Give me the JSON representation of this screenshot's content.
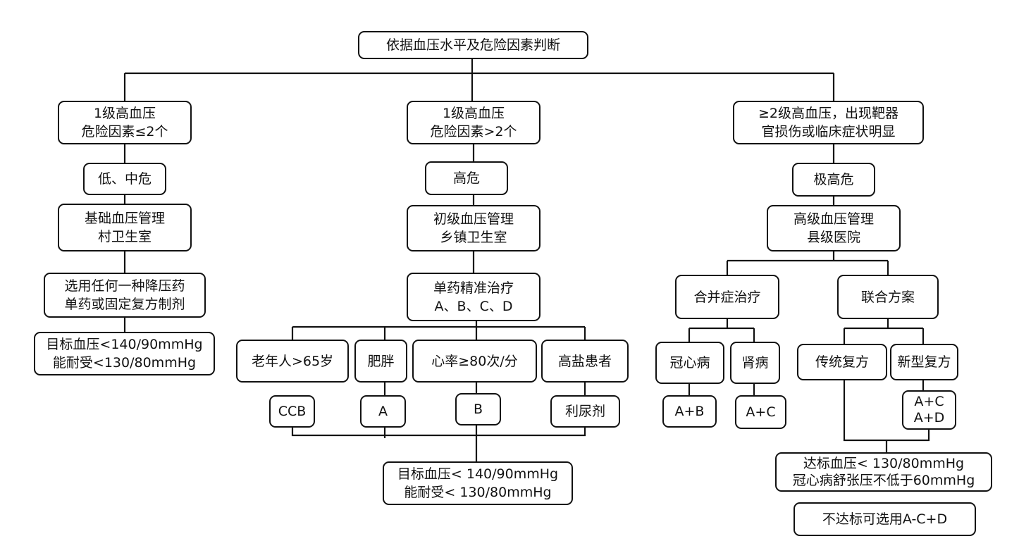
{
  "root": {
    "text": "依据血压水平及危险因素判断"
  },
  "left": {
    "grade": [
      "1级高血压",
      "危险因素≤2个"
    ],
    "risk": "低、中危",
    "mgmt": [
      "基础血压管理",
      "村卫生室"
    ],
    "drug": [
      "选用任何一种降压药",
      "单药或固定复方制剂"
    ],
    "target": [
      "目标血压<140/90mmHg",
      "能耐受<130/80mmHg"
    ]
  },
  "middle": {
    "grade": [
      "1级高血压",
      "危险因素>2个"
    ],
    "risk": "高危",
    "mgmt": [
      "初级血压管理",
      "乡镇卫生室"
    ],
    "therapy": [
      "单药精准治疗",
      "A、B、C、D"
    ],
    "groups": [
      "老年人>65岁",
      "肥胖",
      "心率≥80次/分",
      "高盐患者"
    ],
    "drugs": [
      "CCB",
      "A",
      "B",
      "利尿剂"
    ],
    "target": [
      "目标血压< 140/90mmHg",
      "能耐受< 130/80mmHg"
    ]
  },
  "right": {
    "grade": [
      "≥2级高血压，出现靶器",
      "官损伤或临床症状明显"
    ],
    "risk": "极高危",
    "mgmt": [
      "高级血压管理",
      "县级医院"
    ],
    "comorbid": "合并症治疗",
    "combo": "联合方案",
    "chd": "冠心病",
    "kidney": "肾病",
    "chd_drug": "A+B",
    "kidney_drug": "A+C",
    "traditional": "传统复方",
    "novel": "新型复方",
    "novel_drug": [
      "A+C",
      "A+D"
    ],
    "target": [
      "达标血压< 130/80mmHg",
      "冠心病舒张压不低于60mmHg"
    ],
    "fallback": "不达标可选用A-C+D"
  }
}
